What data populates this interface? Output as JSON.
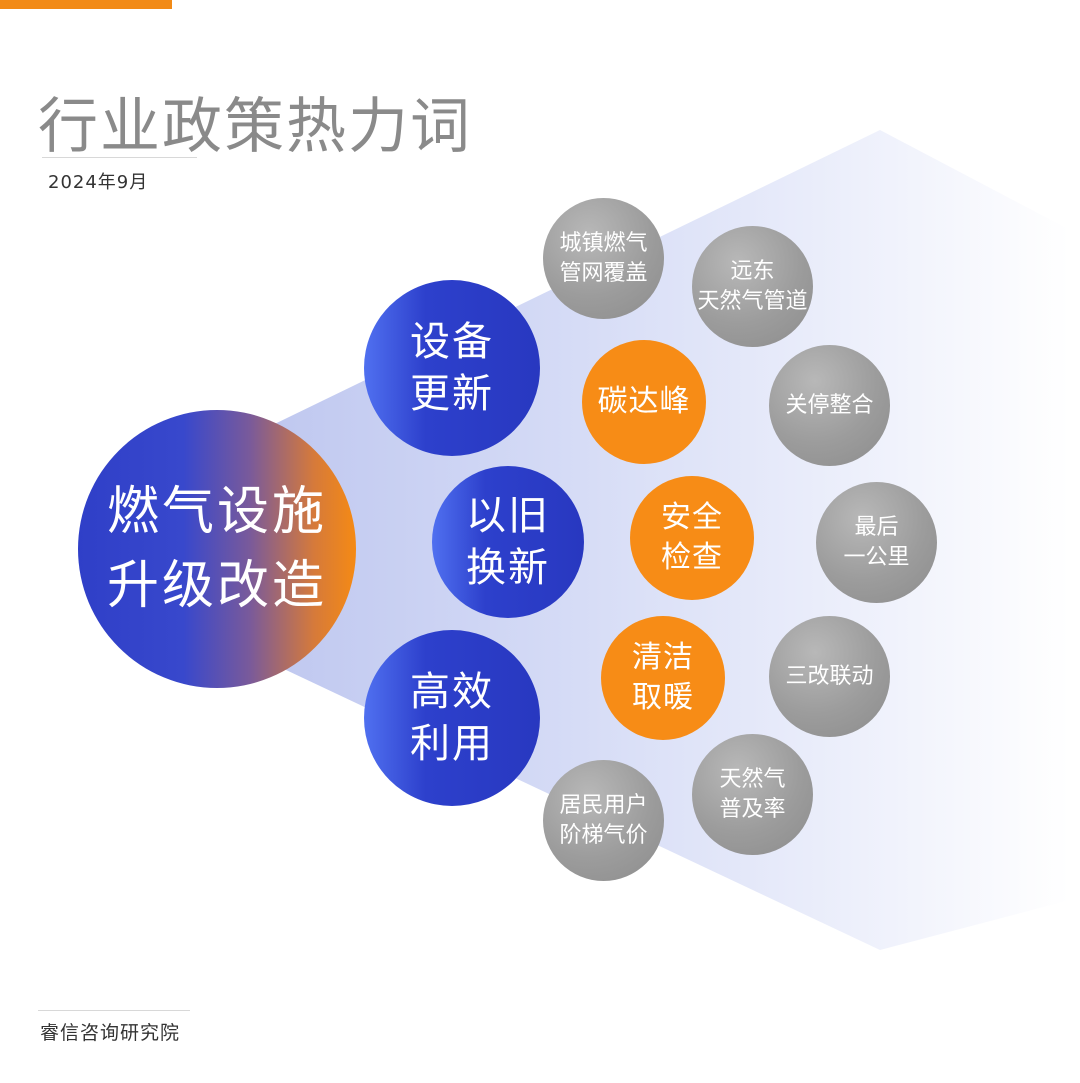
{
  "header": {
    "title": "行业政策热力词",
    "date": "2024年9月"
  },
  "core": {
    "label": "燃气设施\n升级改造"
  },
  "pillars": [
    {
      "label": "设备\n更新"
    },
    {
      "label": "以旧\n换新"
    },
    {
      "label": "高效\n利用"
    }
  ],
  "hot_terms": [
    {
      "label": "碳达峰"
    },
    {
      "label": "安全\n检查"
    },
    {
      "label": "清洁\n取暖"
    }
  ],
  "terms": [
    {
      "label": "城镇燃气\n管网覆盖"
    },
    {
      "label": "远东\n天然气管道"
    },
    {
      "label": "关停整合"
    },
    {
      "label": "最后\n一公里"
    },
    {
      "label": "三改联动"
    },
    {
      "label": "天然气\n普及率"
    },
    {
      "label": "居民用户\n阶梯气价"
    }
  ],
  "footer": {
    "org": "睿信咨询研究院"
  },
  "colors": {
    "accent": "#f28a16",
    "blue": "#2d40cc",
    "orange": "#f78c16",
    "grey": "#9c9c9c"
  }
}
